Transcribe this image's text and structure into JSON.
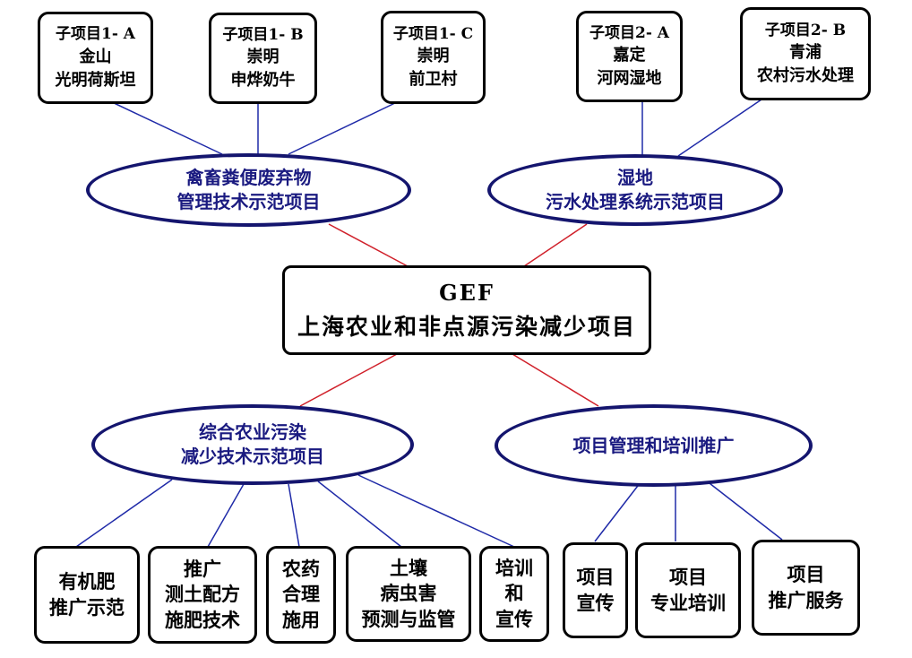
{
  "colors": {
    "blue_link": "#1f2aa8",
    "red_link": "#d0202a",
    "oval_border": "#14156e",
    "oval_text": "#1a1a80",
    "box_border": "#000000"
  },
  "center": {
    "line1": "GEF",
    "line2": "上海农业和非点源污染减少项目"
  },
  "ovals": {
    "livestock": {
      "line1": "禽畜粪便废弃物",
      "line2": "管理技术示范项目"
    },
    "wetland": {
      "line1": "湿地",
      "line2": "污水处理系统示范项目"
    },
    "integrated": {
      "line1": "综合农业污染",
      "line2": "减少技术示范项目"
    },
    "management": {
      "line1": "项目管理和培训推广"
    }
  },
  "top_boxes": [
    {
      "code": "子项目1- A",
      "line1": "金山",
      "line2": "光明荷斯坦"
    },
    {
      "code": "子项目1- B",
      "line1": "崇明",
      "line2": "申烨奶牛"
    },
    {
      "code": "子项目1- C",
      "line1": "崇明",
      "line2": "前卫村"
    },
    {
      "code": "子项目2- A",
      "line1": "嘉定",
      "line2": "河网湿地"
    },
    {
      "code": "子项目2- B",
      "line1": "青浦",
      "line2": "农村污水处理"
    }
  ],
  "bottom_boxes": [
    {
      "lines": [
        "有机肥",
        "推广示范"
      ]
    },
    {
      "lines": [
        "推广",
        "测土配方",
        "施肥技术"
      ]
    },
    {
      "lines": [
        "农药",
        "合理",
        "施用"
      ]
    },
    {
      "lines": [
        "土壤",
        "病虫害",
        "预测与监管"
      ]
    },
    {
      "lines": [
        "培训",
        "和",
        "宣传"
      ]
    },
    {
      "lines": [
        "项目",
        "宣传"
      ]
    },
    {
      "lines": [
        "项目",
        "专业培训"
      ]
    },
    {
      "lines": [
        "项目",
        "推广服务"
      ]
    }
  ]
}
